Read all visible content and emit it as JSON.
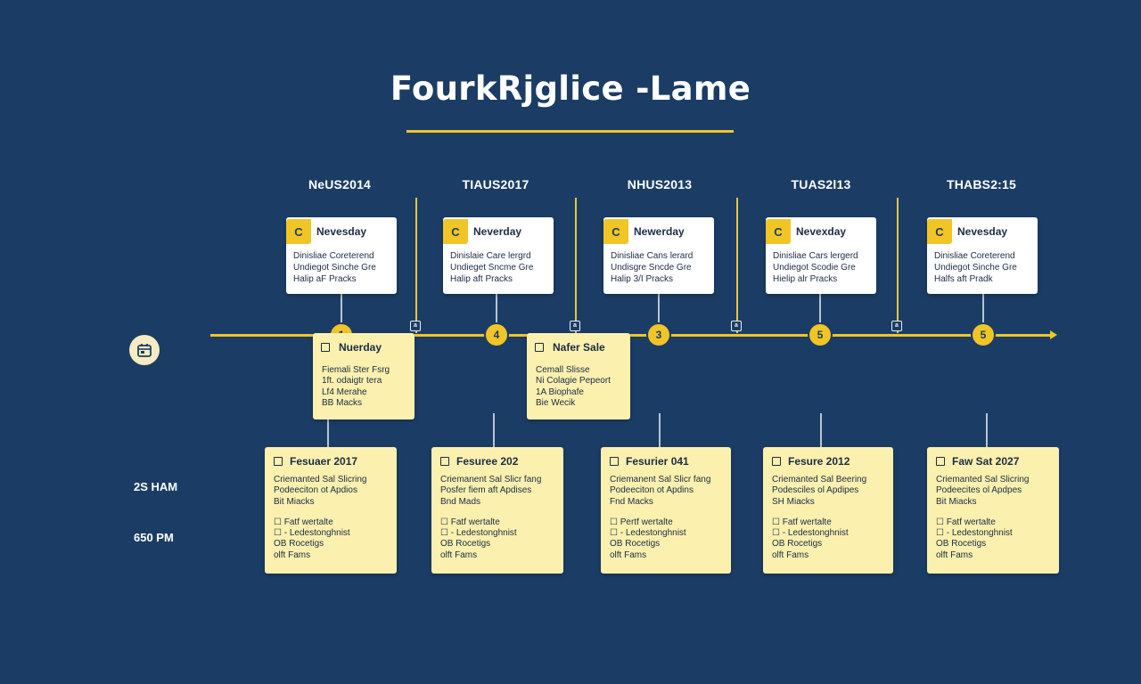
{
  "title": "FourkRjglice -Lame",
  "colors": {
    "background": "#1b3d65",
    "accent": "#f2c526",
    "card_white": "#ffffff",
    "card_yellow": "#fbf0ae",
    "card_text": "#1b2c45"
  },
  "start_icon": "calendar-icon",
  "periods": [
    {
      "label": "NeUS2014",
      "node": "1",
      "top_card": {
        "badge": "C",
        "heading": "Nevesday",
        "lines": [
          "Dinisliae Coreterend",
          "Undiegot Sinche Gre",
          "Halip aF Pracks"
        ]
      },
      "bottom_card": {
        "heading": "Fesuaer 2017",
        "lines1": [
          "Criemanted Sal Slicring",
          "Podeeciton ot Apdios",
          "Bit Miacks"
        ],
        "lines2": [
          "Fatf wertalte",
          "- Ledestonghnist",
          "OB Rocetigs",
          "olft Fams"
        ]
      }
    },
    {
      "label": "TIAUS2017",
      "node": "4",
      "top_card": {
        "badge": "C",
        "heading": "Neverday",
        "lines": [
          "Dinislaie Care lergrd",
          "Undieget Sncme Gre",
          "Halip aft Pracks"
        ]
      },
      "bottom_card": {
        "heading": "Fesuree 202",
        "lines1": [
          "Criemanent Sal Slicr fang",
          "Posfer fiem aft Apdises",
          "Bnd Mads"
        ],
        "lines2": [
          "Fatf wertalte",
          "- Ledestonghnist",
          "OB Rocetigs",
          "olft Fams"
        ]
      }
    },
    {
      "label": "NHUS2013",
      "node": "3",
      "top_card": {
        "badge": "C",
        "heading": "Newerday",
        "lines": [
          "Dinisliae Cans lerard",
          "Undisgre Sncde Gre",
          "Halip 3/I Pracks"
        ]
      },
      "bottom_card": {
        "heading": "Fesurier 041",
        "lines1": [
          "Criemanent Sal Slicr fang",
          "Podeeciton ot Apdins",
          "Fnd Macks"
        ],
        "lines2": [
          "Pertf wertalte",
          "- Ledestonghnist",
          "OB Rocetigs",
          "olft Fams"
        ]
      }
    },
    {
      "label": "TUAS2l13",
      "node": "5",
      "top_card": {
        "badge": "C",
        "heading": "Nevexday",
        "lines": [
          "Dinisliae Cars lergerd",
          "Undiegot Scodie Gre",
          "Hielip alr Pracks"
        ]
      },
      "bottom_card": {
        "heading": "Fesure 2012",
        "lines1": [
          "Criemanted Sal Beering",
          "Podesciles ol Apdipes",
          "SH Miacks"
        ],
        "lines2": [
          "Fatf wertalte",
          "- Ledestonghnist",
          "OB Rocetigs",
          "olft Fams"
        ]
      }
    },
    {
      "label": "THABS2:15",
      "node": "5",
      "top_card": {
        "badge": "C",
        "heading": "Nevesday",
        "lines": [
          "Dinisliae Coreterend",
          "Undiegot Sinche Gre",
          "Halfs aft Pradk"
        ]
      },
      "bottom_card": {
        "heading": "Faw Sat 2027",
        "lines1": [
          "Criemanted Sal Slicring",
          "Podeecites ol Apdpes",
          "Bit Miacks"
        ],
        "lines2": [
          "Fatf wertalte",
          "- Ledestonghnist",
          "OB Rocetigs",
          "olft Fams"
        ]
      }
    }
  ],
  "mid_cards": [
    {
      "heading": "Nuerday",
      "lines": [
        "Fiemali Ster Fsrg",
        "1ft. odaigtr tera",
        "Lf4 Merahe",
        "BB Macks"
      ]
    },
    {
      "heading": "Nafer Sale",
      "lines": [
        "Cemall Slisse",
        "Ni Colagie Pepeort",
        "1A Biophafe",
        "Bie Wecik"
      ]
    }
  ],
  "small_markers": [
    "a",
    "a",
    "a",
    "a"
  ],
  "time_labels": [
    "2S HAM",
    "650 PM"
  ]
}
